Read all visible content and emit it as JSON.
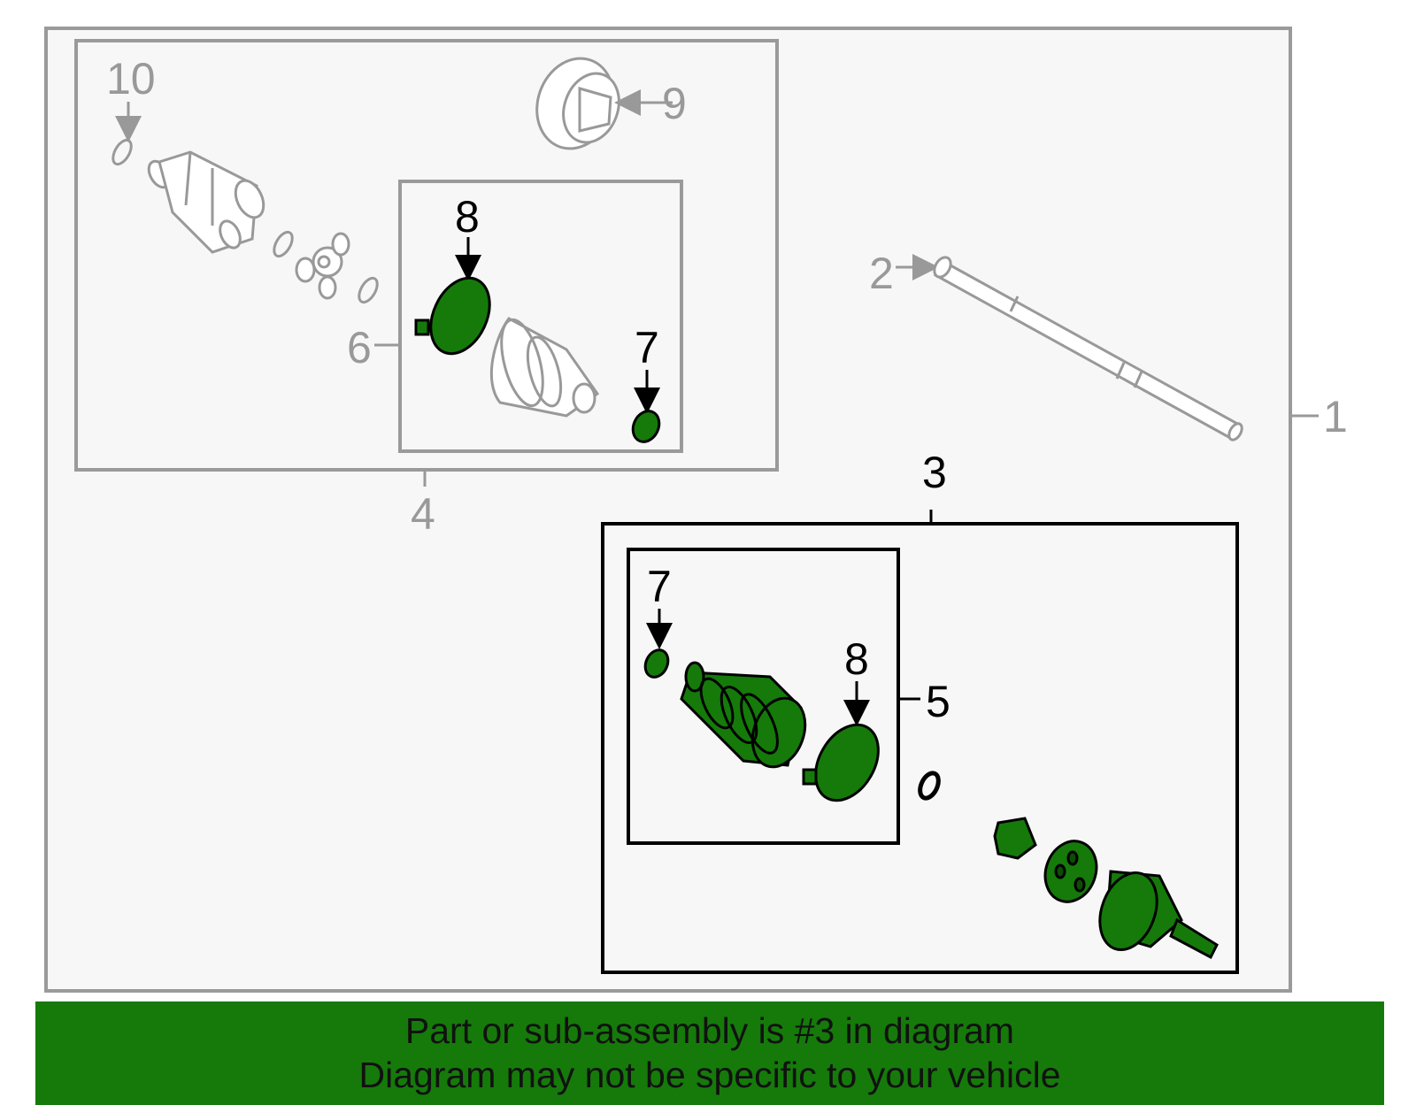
{
  "callouts": {
    "c1": "1",
    "c2": "2",
    "c3": "3",
    "c4": "4",
    "c5": "5",
    "c6": "6",
    "c7_top": "7",
    "c7_bottom": "7",
    "c8_top": "8",
    "c8_bottom": "8",
    "c9": "9",
    "c10": "10"
  },
  "banner": {
    "line1": "Part or sub-assembly is #3 in diagram",
    "line2": "Diagram may not be specific to your vehicle"
  },
  "colors": {
    "highlight": "#157a0a",
    "faded": "#999999",
    "background": "#f7f7f7"
  }
}
